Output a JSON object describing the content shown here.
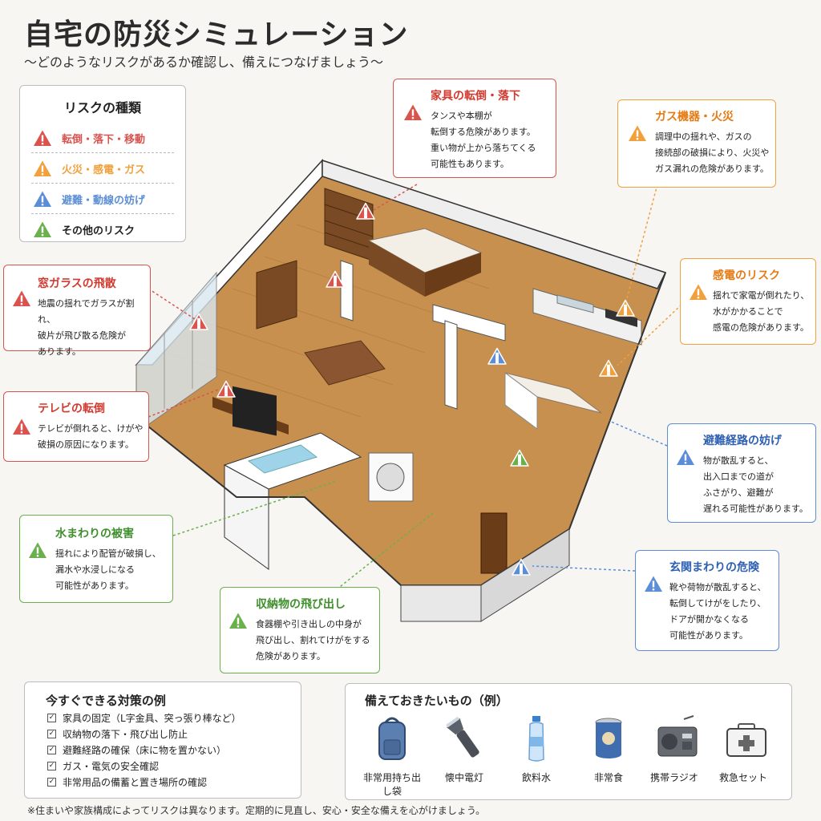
{
  "title": "自宅の防災シミュレーション",
  "subtitle": "〜どのようなリスクがあるか確認し、備えにつなげましょう〜",
  "colors": {
    "red": "#d9534f",
    "orange": "#f0a03c",
    "blue": "#5b8ed6",
    "green": "#6ab04c"
  },
  "legend": {
    "title": "リスクの種類",
    "items": [
      {
        "label": "転倒・落下・移動",
        "color": "red"
      },
      {
        "label": "火災・感電・ガス",
        "color": "orange"
      },
      {
        "label": "避難・動線の妨げ",
        "color": "blue"
      },
      {
        "label": "その他のリスク",
        "color": "green"
      }
    ]
  },
  "callouts": {
    "furniture": {
      "title": "家具の転倒・落下",
      "lines": [
        "タンスや本棚が",
        "転倒する危険があります。",
        "重い物が上から落ちてくる",
        "可能性もあります。"
      ]
    },
    "gas": {
      "title": "ガス機器・火災",
      "lines": [
        "調理中の揺れや、ガスの",
        "接続部の破損により、火災や",
        "ガス漏れの危険があります。"
      ]
    },
    "window": {
      "title": "窓ガラスの飛散",
      "lines": [
        "地震の揺れでガラスが割れ、",
        "破片が飛び散る危険が",
        "あります。"
      ]
    },
    "shock": {
      "title": "感電のリスク",
      "lines": [
        "揺れで家電が倒れたり、",
        "水がかかることで",
        "感電の危険があります。"
      ]
    },
    "tv": {
      "title": "テレビの転倒",
      "lines": [
        "テレビが倒れると、けがや",
        "破損の原因になります。"
      ]
    },
    "evacuation": {
      "title": "避難経路の妨げ",
      "lines": [
        "物が散乱すると、",
        "出入口までの道が",
        "ふさがり、避難が",
        "遅れる可能性があります。"
      ]
    },
    "water": {
      "title": "水まわりの被害",
      "lines": [
        "揺れにより配管が破損し、",
        "漏水や水浸しになる",
        "可能性があります。"
      ]
    },
    "entrance": {
      "title": "玄関まわりの危険",
      "lines": [
        "靴や荷物が散乱すると、",
        "転倒してけがをしたり、",
        "ドアが開かなくなる",
        "可能性があります。"
      ]
    },
    "storage": {
      "title": "収納物の飛び出し",
      "lines": [
        "食器棚や引き出しの中身が",
        "飛び出し、割れてけがをする",
        "危険があります。"
      ]
    }
  },
  "measures": {
    "title": "今すぐできる対策の例",
    "items": [
      "家具の固定（L字金具、突っ張り棒など）",
      "収納物の落下・飛び出し防止",
      "避難経路の確保（床に物を置かない）",
      "ガス・電気の安全確認",
      "非常用品の備蓄と置き場所の確認"
    ]
  },
  "supplies": {
    "title": "備えておきたいもの（例）",
    "items": [
      {
        "label": "非常用持ち出し袋",
        "icon": "backpack-icon"
      },
      {
        "label": "懐中電灯",
        "icon": "flashlight-icon"
      },
      {
        "label": "飲料水",
        "icon": "water-bottle-icon"
      },
      {
        "label": "非常食",
        "icon": "canned-food-icon"
      },
      {
        "label": "携帯ラジオ",
        "icon": "radio-icon"
      },
      {
        "label": "救急セット",
        "icon": "first-aid-kit-icon"
      }
    ]
  },
  "footnote": "※住まいや家族構成によってリスクは異なります。定期的に見直し、安心・安全な備えを心がけましょう。"
}
